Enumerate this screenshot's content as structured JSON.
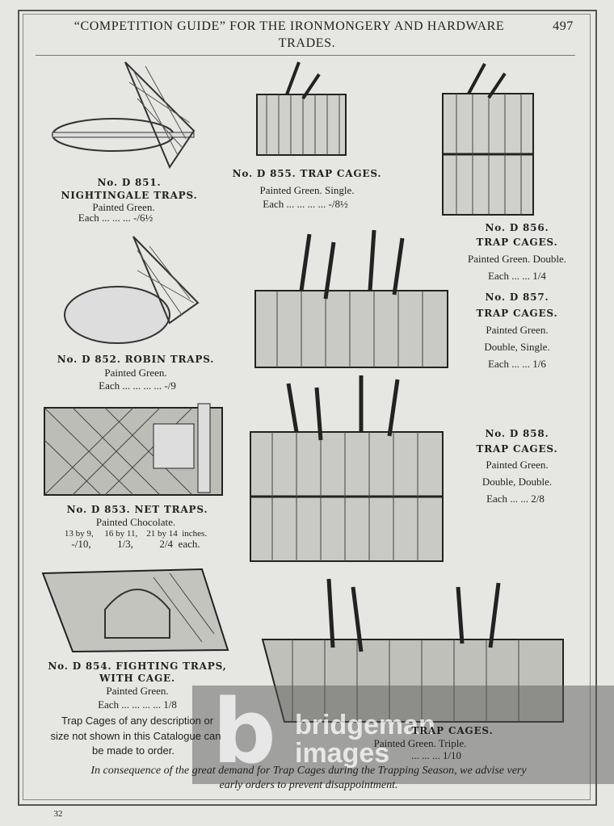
{
  "header": {
    "title_line1": "“COMPETITION GUIDE” FOR THE IRONMONGERY AND HARDWARE",
    "title_line2": "TRADES.",
    "page_number": "497"
  },
  "items": [
    {
      "no": "No. D 851.",
      "name": "NIGHTINGALE TRAPS.",
      "finish": "Painted Green.",
      "price": "Each  ...  ...  ...  -/6½"
    },
    {
      "no": "No. D 855.    TRAP CAGES.",
      "finish": "Painted Green.  Single.",
      "price": "Each  ...  ...  ...  ...  -/8½"
    },
    {
      "no": "No. D 856.",
      "name": "TRAP CAGES.",
      "finish": "Painted Green.  Double.",
      "price": "Each  ...  ...  1/4"
    },
    {
      "no": "No. D 857.",
      "name": "TRAP CAGES.",
      "finish": "Painted Green.",
      "finish2": "Double, Single.",
      "price": "Each  ...  ...  1/6"
    },
    {
      "no": "No. D 852.    ROBIN TRAPS.",
      "finish": "Painted Green.",
      "price": "Each  ...  ...  ...  ...  -/9"
    },
    {
      "no": "No. D 858.",
      "name": "TRAP CAGES.",
      "finish": "Painted Green.",
      "finish2": "Double, Double.",
      "price": "Each  ...  ...  2/8"
    },
    {
      "no": "No. D 853.    NET TRAPS.",
      "finish": "Painted Chocolate.",
      "sizes": "13 by 9,     16 by 11,    21 by 14  inches.",
      "prices": "-/10,          1/3,          2/4  each."
    },
    {
      "no": "No. D 854.    FIGHTING TRAPS,",
      "name": "WITH CAGE.",
      "finish": "Painted Green.",
      "price": "Each  ...  ...  ...  ...  1/8"
    },
    {
      "name": "TRAP CAGES.",
      "finish": "Painted Green.  Triple.",
      "price": "...  ...  ...  1/10"
    }
  ],
  "notice": [
    "Trap Cages of any description or",
    "size not shown in this Catalogue can",
    "be made to order."
  ],
  "footer_note": [
    "In consequence of the great demand for Trap Cages during the Trapping Season, we advise very",
    "early orders to prevent disappointment."
  ],
  "folio": "32",
  "watermark": {
    "logo": "b",
    "line1": "bridgeman",
    "line2": "images"
  }
}
